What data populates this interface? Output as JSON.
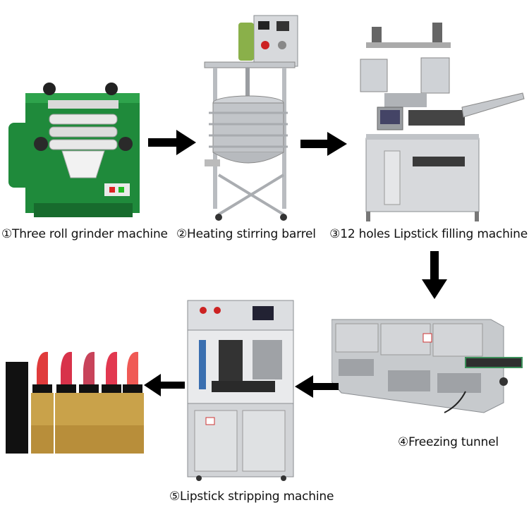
{
  "steps": [
    {
      "label": "①Three roll grinder machine",
      "icon": "three-roll-grinder-icon"
    },
    {
      "label": "②Heating stirring barrel",
      "icon": "heating-stirring-barrel-icon"
    },
    {
      "label": "③12 holes Lipstick filling machine",
      "icon": "lipstick-filling-machine-icon"
    },
    {
      "label": "④Freezing tunnel",
      "icon": "freezing-tunnel-icon"
    },
    {
      "label": "⑤Lipstick stripping machine",
      "icon": "lipstick-stripping-machine-icon"
    }
  ],
  "product": {
    "icon": "lipstick-row-icon"
  },
  "colors": {
    "grinder_green": "#1f8a3b",
    "steel": "#b9bcc0",
    "arrow": "#000000",
    "lipstick_reds": [
      "#e03b3b",
      "#d8324a",
      "#c8435a",
      "#e23850",
      "#f05a55"
    ],
    "gold": "#c9a24a"
  }
}
